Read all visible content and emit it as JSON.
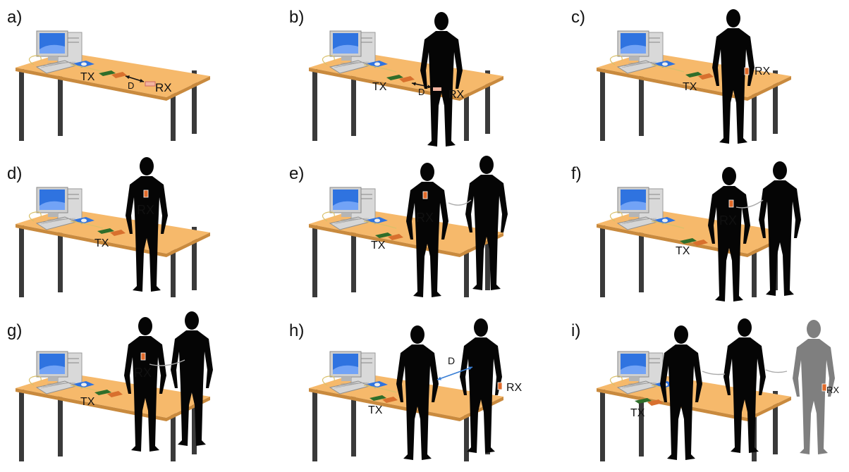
{
  "colors": {
    "table_top": "#f6b96b",
    "table_edge": "#c98a3e",
    "legs": "#3a3a3a",
    "silhouette": "#050505",
    "silhouette_far": "#7f7f7f",
    "tx_board": "#2f6e2a",
    "tx_pad": "#d8702e",
    "arrow_distance": "#3a7fd5",
    "monitor_screen": "#2f73e0",
    "mouse_pad": "#2f73e0"
  },
  "panels": [
    {
      "letter": "a)",
      "tx": "TX",
      "rx": "RX",
      "d": "D"
    },
    {
      "letter": "b)",
      "tx": "TX",
      "rx": "RX",
      "d": "D"
    },
    {
      "letter": "c)",
      "tx": "TX",
      "rx": "RX"
    },
    {
      "letter": "d)",
      "tx": "TX",
      "rx": "RX"
    },
    {
      "letter": "e)",
      "tx": "TX",
      "rx": "RX"
    },
    {
      "letter": "f)",
      "tx": "TX",
      "rx": "RX"
    },
    {
      "letter": "g)",
      "tx": "TX",
      "rx": "RX"
    },
    {
      "letter": "h)",
      "tx": "TX",
      "rx": "RX",
      "d": "D"
    },
    {
      "letter": "i)",
      "tx": "TX",
      "rx": "RX"
    }
  ]
}
